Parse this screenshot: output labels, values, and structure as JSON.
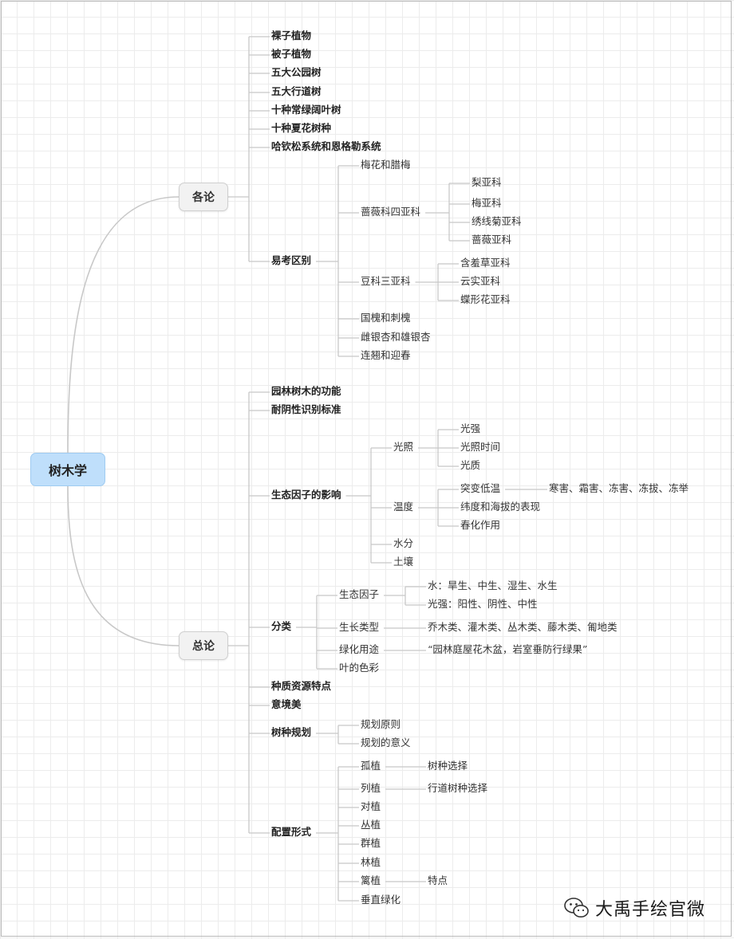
{
  "root": "树木学",
  "branches": [
    {
      "label": "各论",
      "children": [
        {
          "label": "裸子植物"
        },
        {
          "label": "被子植物"
        },
        {
          "label": "五大公园树"
        },
        {
          "label": "五大行道树"
        },
        {
          "label": "十种常绿阔叶树"
        },
        {
          "label": "十种夏花树种"
        },
        {
          "label": "哈钦松系统和恩格勒系统"
        },
        {
          "label": "易考区别",
          "children": [
            {
              "label": "梅花和腊梅"
            },
            {
              "label": "蔷薇科四亚科",
              "children": [
                {
                  "label": "梨亚科"
                },
                {
                  "label": "梅亚科"
                },
                {
                  "label": "绣线菊亚科"
                },
                {
                  "label": "蔷薇亚科"
                }
              ]
            },
            {
              "label": "豆科三亚科",
              "children": [
                {
                  "label": "含羞草亚科"
                },
                {
                  "label": "云实亚科"
                },
                {
                  "label": "蝶形花亚科"
                }
              ]
            },
            {
              "label": "国槐和刺槐"
            },
            {
              "label": "雌银杏和雄银杏"
            },
            {
              "label": "连翘和迎春"
            }
          ]
        }
      ]
    },
    {
      "label": "总论",
      "children": [
        {
          "label": "园林树木的功能"
        },
        {
          "label": "耐阴性识别标准"
        },
        {
          "label": "生态因子的影响",
          "children": [
            {
              "label": "光照",
              "children": [
                {
                  "label": "光强"
                },
                {
                  "label": "光照时间"
                },
                {
                  "label": "光质"
                }
              ]
            },
            {
              "label": "温度",
              "children": [
                {
                  "label": "突变低温",
                  "children": [
                    {
                      "label": "寒害、霜害、冻害、冻拔、冻举"
                    }
                  ]
                },
                {
                  "label": "纬度和海拔的表现"
                },
                {
                  "label": "春化作用"
                }
              ]
            },
            {
              "label": "水分"
            },
            {
              "label": "土壤"
            }
          ]
        },
        {
          "label": "分类",
          "children": [
            {
              "label": "生态因子",
              "children": [
                {
                  "label": "水：旱生、中生、湿生、水生"
                },
                {
                  "label": "光强：阳性、阴性、中性"
                }
              ]
            },
            {
              "label": "生长类型",
              "children": [
                {
                  "label": "乔木类、灌木类、丛木类、藤木类、匍地类"
                }
              ]
            },
            {
              "label": "绿化用途",
              "children": [
                {
                  "label": "“园林庭屋花木盆，岩室垂防行绿果”"
                }
              ]
            },
            {
              "label": "叶的色彩"
            }
          ]
        },
        {
          "label": "种质资源特点"
        },
        {
          "label": "意境美"
        },
        {
          "label": "树种规划",
          "children": [
            {
              "label": "规划原则"
            },
            {
              "label": "规划的意义"
            }
          ]
        },
        {
          "label": "配置形式",
          "children": [
            {
              "label": "孤植",
              "children": [
                {
                  "label": "树种选择"
                }
              ]
            },
            {
              "label": "列植",
              "children": [
                {
                  "label": "行道树种选择"
                }
              ]
            },
            {
              "label": "对植"
            },
            {
              "label": "丛植"
            },
            {
              "label": "群植"
            },
            {
              "label": "林植"
            },
            {
              "label": "篱植",
              "children": [
                {
                  "label": "特点"
                }
              ]
            },
            {
              "label": "垂直绿化"
            }
          ]
        }
      ]
    }
  ],
  "watermark": {
    "text": "大禹手绘官微",
    "icon": "wechat-icon"
  },
  "colors": {
    "root_fill": "#bfdffb",
    "branch_fill": "#f2f2f2",
    "line": "#c8c8c8"
  }
}
